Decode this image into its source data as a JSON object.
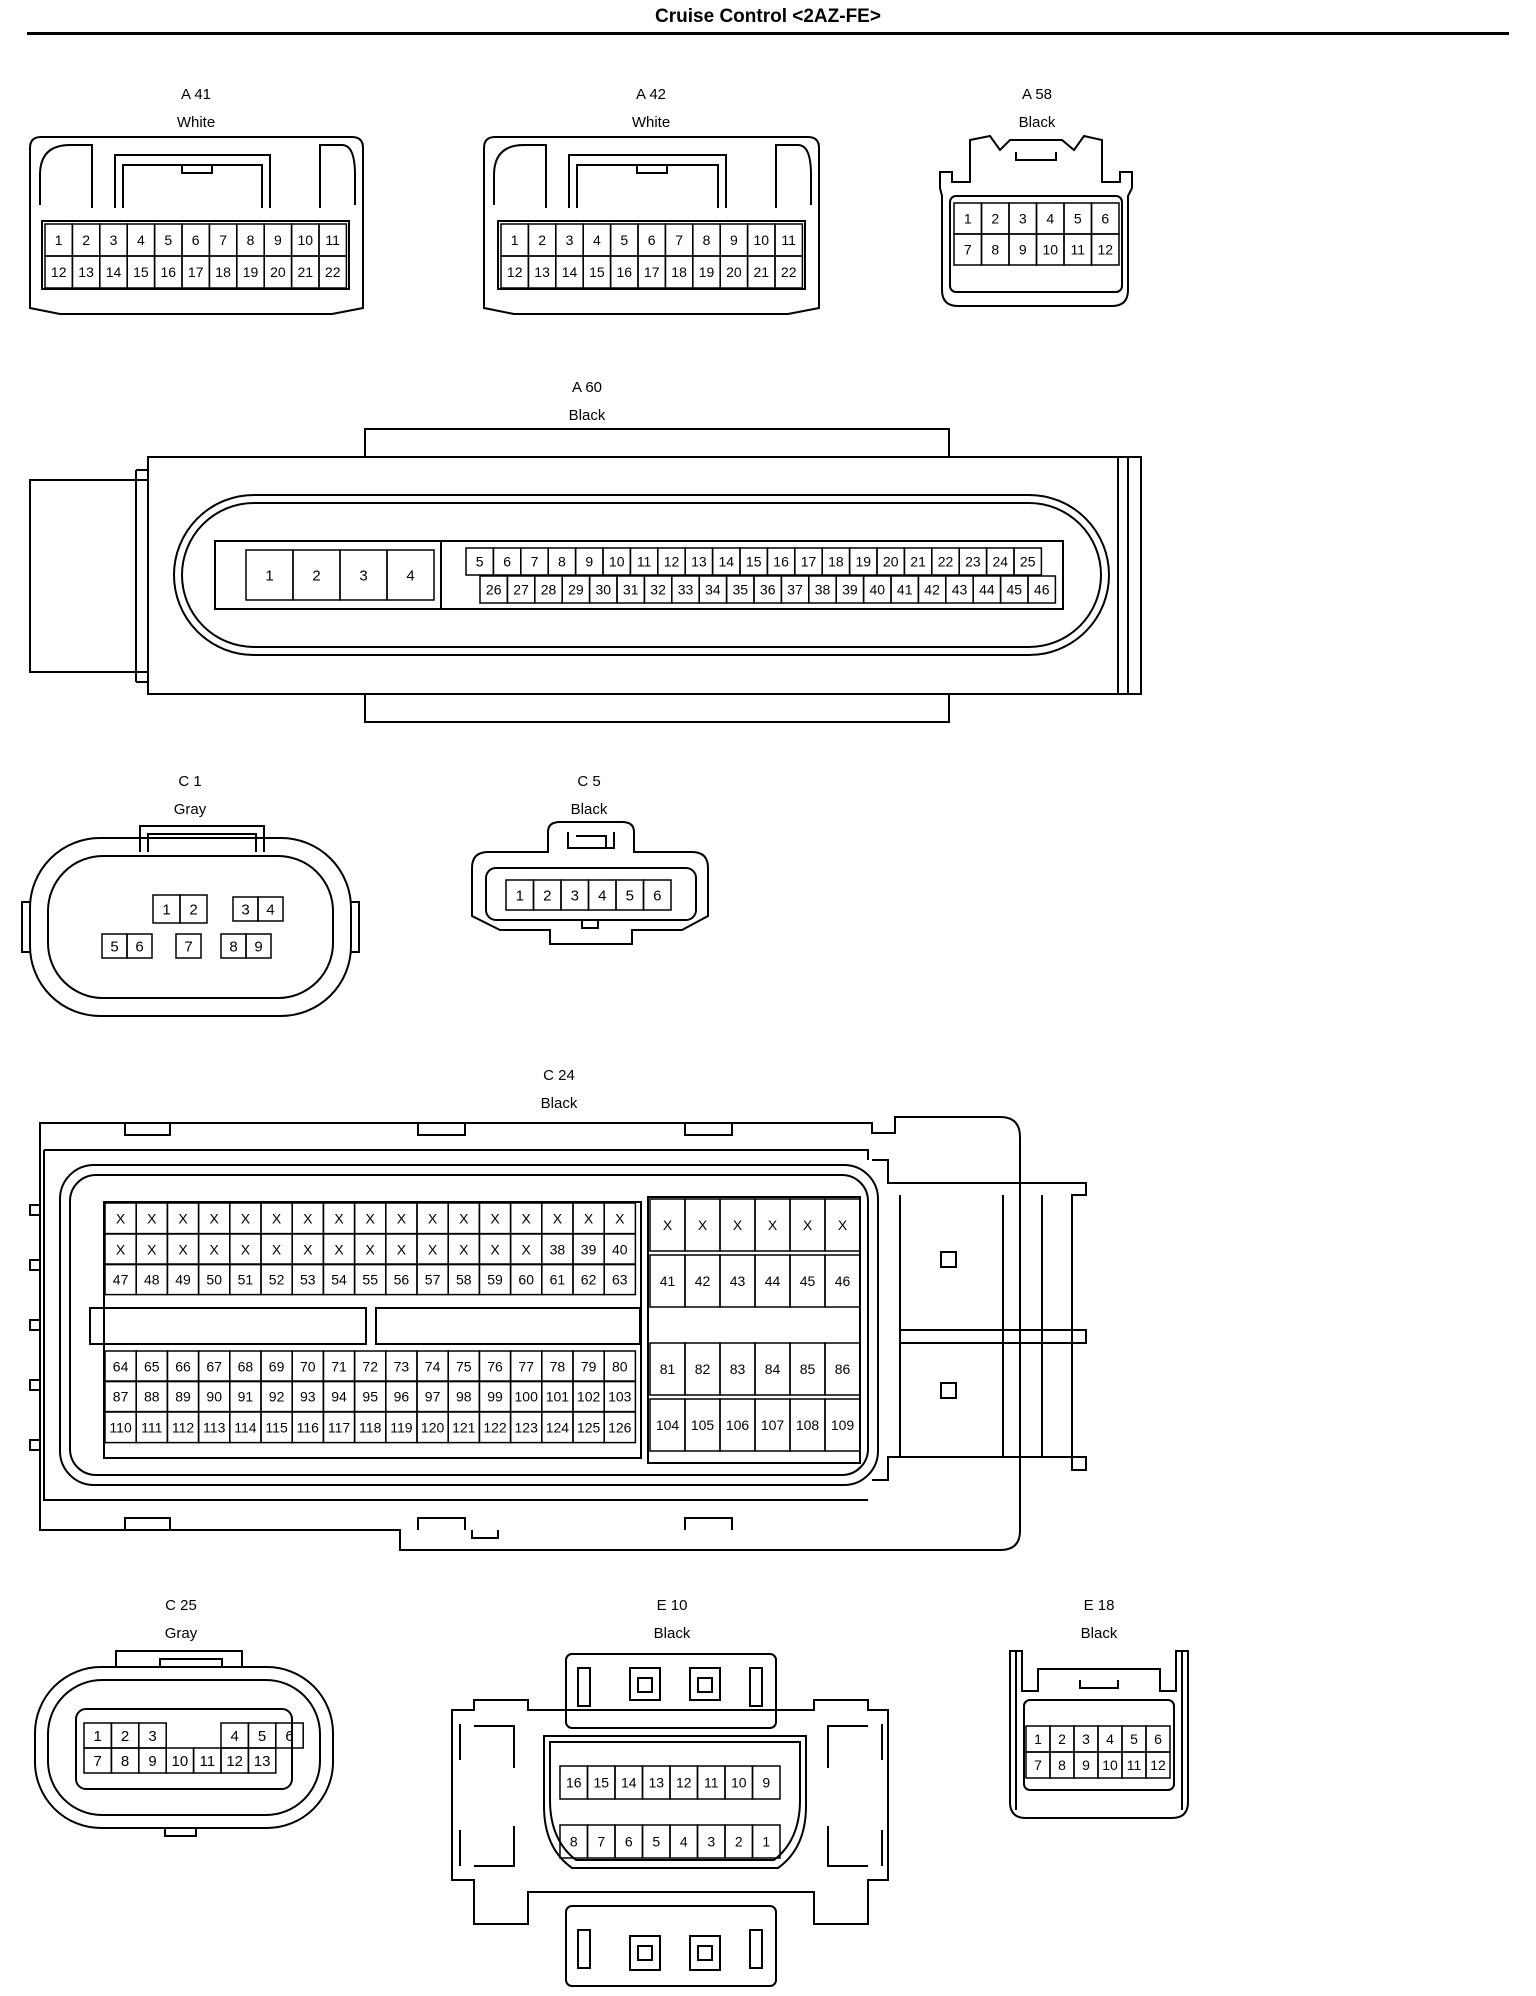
{
  "title": "Cruise Control <2AZ-FE>",
  "connectors": {
    "a41": {
      "code": "A 41",
      "color": "White",
      "rows": [
        [
          "1",
          "2",
          "3",
          "4",
          "5",
          "6",
          "7",
          "8",
          "9",
          "10",
          "11"
        ],
        [
          "12",
          "13",
          "14",
          "15",
          "16",
          "17",
          "18",
          "19",
          "20",
          "21",
          "22"
        ]
      ]
    },
    "a42": {
      "code": "A 42",
      "color": "White",
      "rows": [
        [
          "1",
          "2",
          "3",
          "4",
          "5",
          "6",
          "7",
          "8",
          "9",
          "10",
          "11"
        ],
        [
          "12",
          "13",
          "14",
          "15",
          "16",
          "17",
          "18",
          "19",
          "20",
          "21",
          "22"
        ]
      ]
    },
    "a58": {
      "code": "A 58",
      "color": "Black",
      "rows": [
        [
          "1",
          "2",
          "3",
          "4",
          "5",
          "6"
        ],
        [
          "7",
          "8",
          "9",
          "10",
          "11",
          "12"
        ]
      ]
    },
    "a60": {
      "code": "A 60",
      "color": "Black",
      "big": [
        "1",
        "2",
        "3",
        "4"
      ],
      "rows": [
        [
          "5",
          "6",
          "7",
          "8",
          "9",
          "10",
          "11",
          "12",
          "13",
          "14",
          "15",
          "16",
          "17",
          "18",
          "19",
          "20",
          "21",
          "22",
          "23",
          "24",
          "25"
        ],
        [
          "26",
          "27",
          "28",
          "29",
          "30",
          "31",
          "32",
          "33",
          "34",
          "35",
          "36",
          "37",
          "38",
          "39",
          "40",
          "41",
          "42",
          "43",
          "44",
          "45",
          "46"
        ]
      ]
    },
    "c1": {
      "code": "C 1",
      "color": "Gray",
      "groups": [
        [
          "1",
          "2"
        ],
        [
          "3",
          "4"
        ],
        [
          "5",
          "6"
        ],
        [
          "7"
        ],
        [
          "8",
          "9"
        ]
      ]
    },
    "c5": {
      "code": "C 5",
      "color": "Black",
      "rows": [
        [
          "1",
          "2",
          "3",
          "4",
          "5",
          "6"
        ]
      ]
    },
    "c24": {
      "code": "C 24",
      "color": "Black",
      "left_rows": [
        [
          "X",
          "X",
          "X",
          "X",
          "X",
          "X",
          "X",
          "X",
          "X",
          "X",
          "X",
          "X",
          "X",
          "X",
          "X",
          "X",
          "X"
        ],
        [
          "X",
          "X",
          "X",
          "X",
          "X",
          "X",
          "X",
          "X",
          "X",
          "X",
          "X",
          "X",
          "X",
          "X",
          "38",
          "39",
          "40"
        ],
        [
          "47",
          "48",
          "49",
          "50",
          "51",
          "52",
          "53",
          "54",
          "55",
          "56",
          "57",
          "58",
          "59",
          "60",
          "61",
          "62",
          "63"
        ],
        [
          "64",
          "65",
          "66",
          "67",
          "68",
          "69",
          "70",
          "71",
          "72",
          "73",
          "74",
          "75",
          "76",
          "77",
          "78",
          "79",
          "80"
        ],
        [
          "87",
          "88",
          "89",
          "90",
          "91",
          "92",
          "93",
          "94",
          "95",
          "96",
          "97",
          "98",
          "99",
          "100",
          "101",
          "102",
          "103"
        ],
        [
          "110",
          "111",
          "112",
          "113",
          "114",
          "115",
          "116",
          "117",
          "118",
          "119",
          "120",
          "121",
          "122",
          "123",
          "124",
          "125",
          "126"
        ]
      ],
      "right_rows": [
        [
          "X",
          "X",
          "X",
          "X",
          "X",
          "X"
        ],
        [
          "41",
          "42",
          "43",
          "44",
          "45",
          "46"
        ],
        [
          "81",
          "82",
          "83",
          "84",
          "85",
          "86"
        ],
        [
          "104",
          "105",
          "106",
          "107",
          "108",
          "109"
        ]
      ]
    },
    "c25": {
      "code": "C 25",
      "color": "Gray",
      "rows": [
        [
          "1",
          "2",
          "3",
          "",
          "",
          "4",
          "5",
          "6"
        ],
        [
          "7",
          "8",
          "9",
          "10",
          "11",
          "12",
          "13"
        ]
      ]
    },
    "e10": {
      "code": "E 10",
      "color": "Black",
      "rows": [
        [
          "16",
          "15",
          "14",
          "13",
          "12",
          "11",
          "10",
          "9"
        ],
        [
          "8",
          "7",
          "6",
          "5",
          "4",
          "3",
          "2",
          "1"
        ]
      ]
    },
    "e18": {
      "code": "E 18",
      "color": "Black",
      "rows": [
        [
          "1",
          "2",
          "3",
          "4",
          "5",
          "6"
        ],
        [
          "7",
          "8",
          "9",
          "10",
          "11",
          "12"
        ]
      ]
    }
  }
}
